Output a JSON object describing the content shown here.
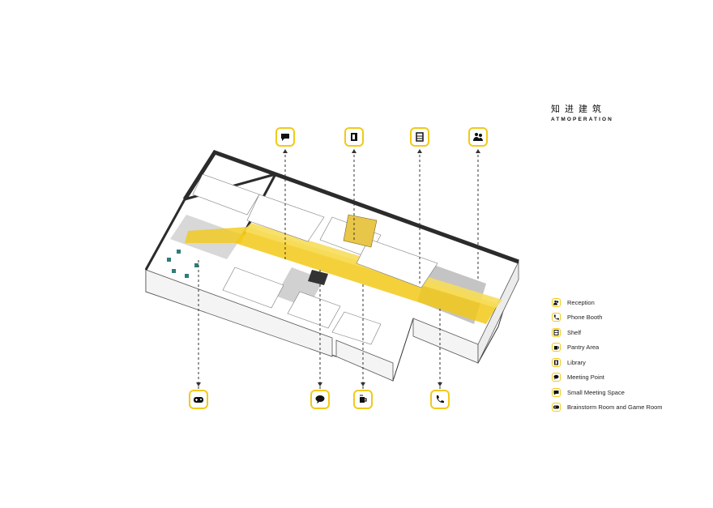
{
  "brand": {
    "name_cn": "知进建筑",
    "name_en": "ATMOPERATION"
  },
  "legend": {
    "items": [
      {
        "icon": "reception-icon",
        "label": "Reception"
      },
      {
        "icon": "phone-booth-icon",
        "label": "Phone Booth"
      },
      {
        "icon": "shelf-icon",
        "label": "Shelf"
      },
      {
        "icon": "pantry-icon",
        "label": "Pantry Area"
      },
      {
        "icon": "library-icon",
        "label": "Library"
      },
      {
        "icon": "meeting-point-icon",
        "label": "Meeting Point"
      },
      {
        "icon": "small-meeting-icon",
        "label": "Small Meeting Space"
      },
      {
        "icon": "game-icon",
        "label": "Brainstorm Room and Game Room"
      }
    ]
  },
  "callouts": {
    "top": [
      "small-meeting-icon",
      "library-icon",
      "shelf-icon",
      "reception-icon"
    ],
    "bottom": [
      "game-icon",
      "meeting-point-icon",
      "pantry-icon",
      "phone-booth-icon"
    ]
  },
  "colors": {
    "accent": "#f2c919",
    "wall": "#2b2b2b",
    "floor": "#ffffff",
    "grey_zone": "#b8b8b8",
    "line": "#555555"
  }
}
